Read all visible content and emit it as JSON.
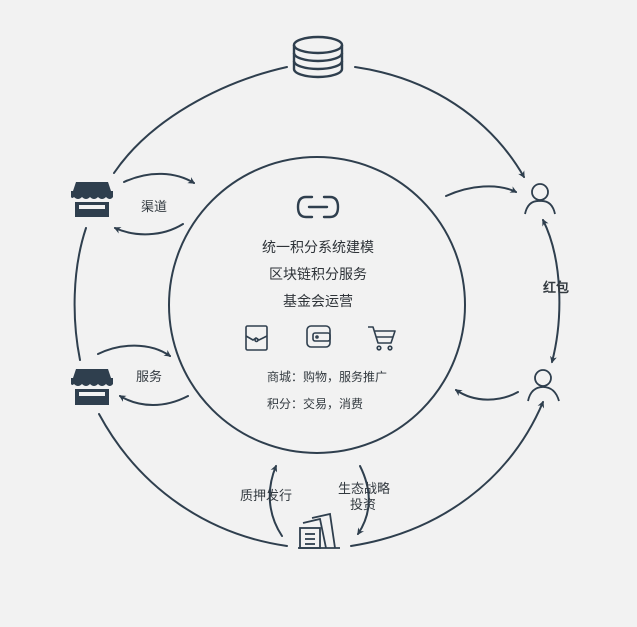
{
  "colors": {
    "background": "#f2f2f2",
    "stroke": "#2f3f4e",
    "text": "#333a40"
  },
  "icons": {
    "top": "database-icon",
    "left_top": "storefront-icon",
    "left_bottom": "storefront-icon",
    "right_top": "user-icon",
    "right_bottom": "user-icon",
    "bottom": "documents-icon",
    "center": "link-icon",
    "center_row": [
      "wallet-icon",
      "purse-icon",
      "shopping-cart-icon"
    ]
  },
  "center": {
    "line1": "统一积分系统建模",
    "line2": "区块链积分服务",
    "line3": "基金会运营",
    "mall": "商城：购物，服务推广",
    "points": "积分：交易，消费"
  },
  "labels": {
    "channel": "渠道",
    "service": "服务",
    "red_packet": "红包",
    "pledge": "质押发行",
    "eco_line1": "生态战略",
    "eco_line2": "投资"
  }
}
